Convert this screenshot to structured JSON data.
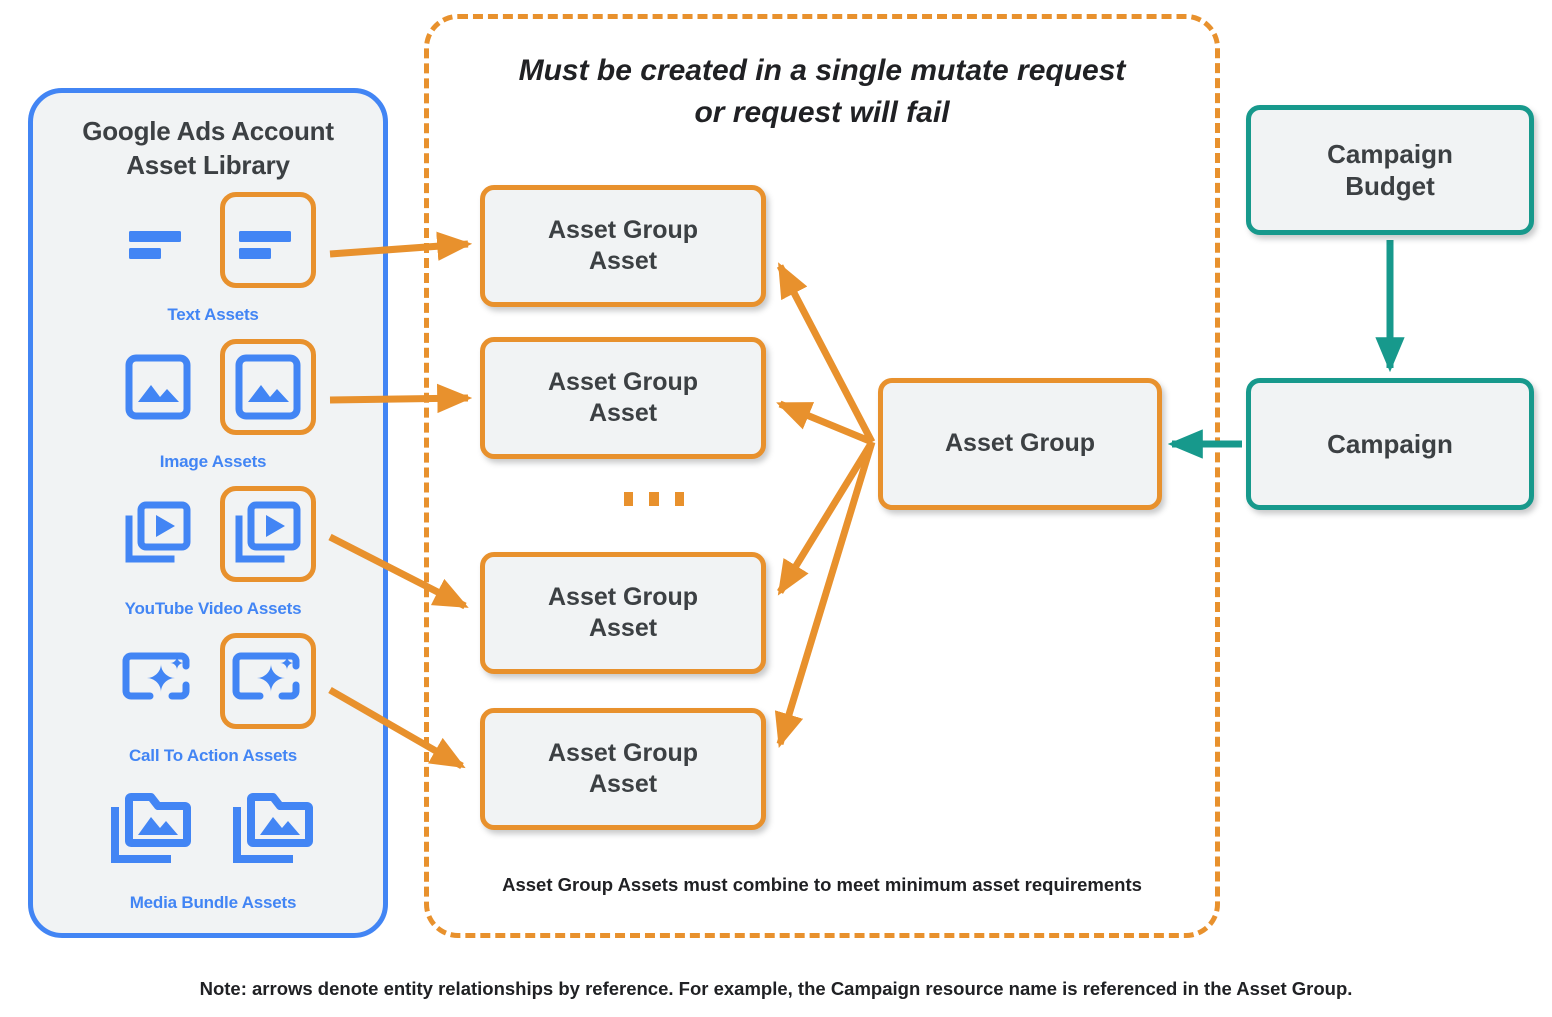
{
  "colors": {
    "orange": "#e8912d",
    "blue": "#4285f4",
    "teal": "#17998c",
    "node_fill": "#f1f3f4",
    "text_dark": "#3c4043"
  },
  "library": {
    "title_line1": "Google Ads Account",
    "title_line2": "Asset Library",
    "rows": [
      {
        "caption": "Text Assets",
        "icon": "text-lines-icon",
        "highlighted_index": 1
      },
      {
        "caption": "Image Assets",
        "icon": "image-icon",
        "highlighted_index": 1
      },
      {
        "caption": "YouTube Video  Assets",
        "icon": "video-stack-icon",
        "highlighted_index": 1
      },
      {
        "caption": "Call To Action Assets",
        "icon": "cta-sparkle-icon",
        "highlighted_index": 1
      },
      {
        "caption": "Media Bundle  Assets",
        "icon": "media-folder-icon",
        "highlighted_index": -1
      }
    ]
  },
  "mutate_container": {
    "title_line1": "Must be created in a single mutate request",
    "title_line2": "or request will fail",
    "footnote": "Asset Group Assets must combine to meet minimum asset requirements",
    "asset_group_assets": [
      {
        "label_line1": "Asset Group",
        "label_line2": "Asset"
      },
      {
        "label_line1": "Asset Group",
        "label_line2": "Asset"
      },
      {
        "label_line1": "Asset Group",
        "label_line2": "Asset"
      },
      {
        "label_line1": "Asset Group",
        "label_line2": "Asset"
      }
    ],
    "ellipsis": "..."
  },
  "nodes": {
    "asset_group": "Asset Group",
    "campaign_budget_line1": "Campaign",
    "campaign_budget_line2": "Budget",
    "campaign": "Campaign"
  },
  "footer": {
    "note": "Note: arrows denote entity relationships by reference. For example, the Campaign resource name is referenced in the Asset Group."
  }
}
